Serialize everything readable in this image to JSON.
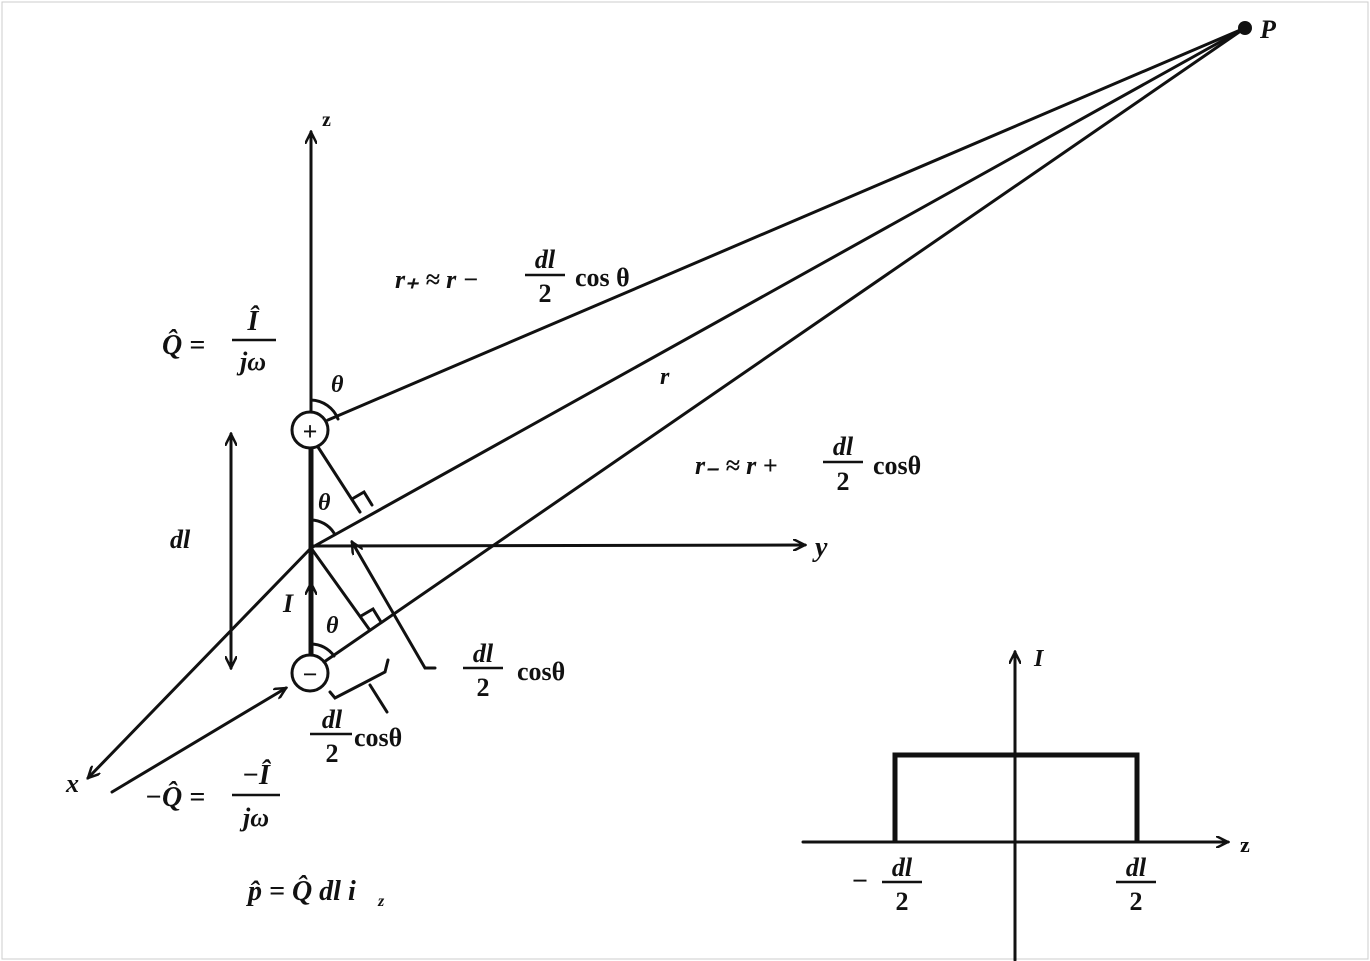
{
  "labels": {
    "z_axis": "z",
    "y_axis": "y",
    "x_axis": "x",
    "point": "P",
    "r_plus_lhs": "r₊ ≈ r −",
    "r_plus_cos": "cos θ",
    "r_label": "r",
    "r_minus_lhs": "r₋ ≈ r +",
    "r_minus_cos": "cosθ",
    "frac_num": "dl",
    "frac_den": "2",
    "cos": "cosθ",
    "q_lhs": "Q̂ =",
    "q_num": "Î",
    "q_den": "jω",
    "negq_lhs": "−Q̂ =",
    "negq_num": "−Î",
    "negq_den": "jω",
    "dipole": "p̂ = Q̂ dl i",
    "dipole_sub": "z",
    "dl": "dl",
    "current": "I",
    "theta": "θ",
    "plus": "+",
    "minus": "−",
    "inset_current": "I",
    "inset_z": "z",
    "inset_neg": "−",
    "inset_num": "dl",
    "inset_den": "2"
  }
}
